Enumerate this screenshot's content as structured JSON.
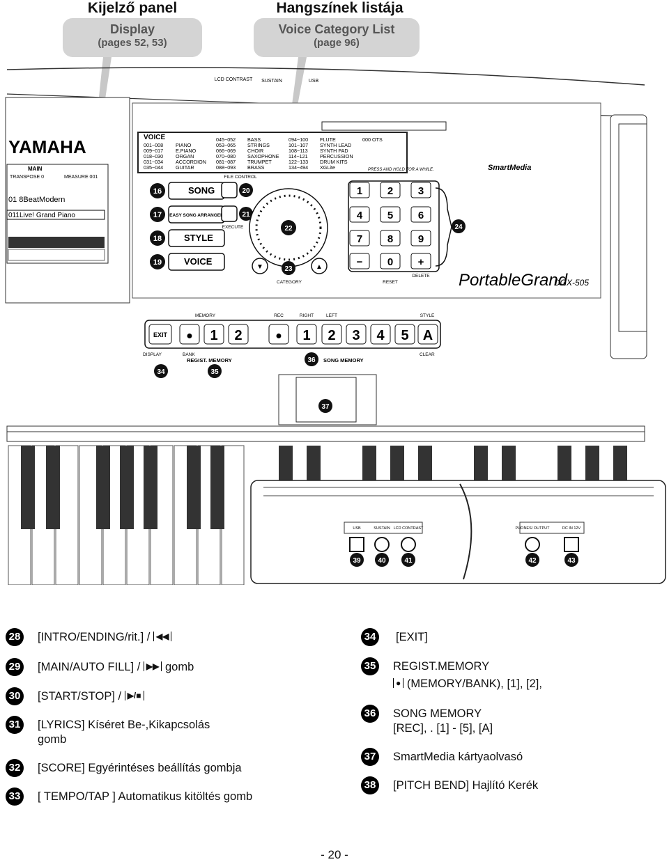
{
  "top_labels": {
    "left_title": "Kijelző panel",
    "right_title": "Hangszínek listája",
    "display_callout_title": "Display",
    "display_callout_sub": "(pages 52, 53)",
    "voice_callout_title": "Voice Category List",
    "voice_callout_sub": "(page 96)"
  },
  "panel": {
    "brand": "YAMAHA",
    "model": "DGX-505",
    "script_logo": "PortableGrand",
    "lcd_main": "MAIN",
    "lcd_transpose": "TRANSPOSE 0",
    "lcd_measure": "MEASURE 001",
    "lcd_style": "01 8BeatModern",
    "lcd_voice": "011Live! Grand Piano",
    "top_jacks": [
      "LCD CONTRAST",
      "SUSTAIN",
      "USB"
    ],
    "voice_header": "VOICE",
    "voice_list": [
      [
        "001~008",
        "PIANO"
      ],
      [
        "009~017",
        "E.PIANO"
      ],
      [
        "018~030",
        "ORGAN"
      ],
      [
        "031~034",
        "ACCORDION"
      ],
      [
        "035~044",
        "GUITAR"
      ],
      [
        "045~052",
        "BASS"
      ],
      [
        "053~065",
        "STRINGS"
      ],
      [
        "066~069",
        "CHOIR"
      ],
      [
        "070~080",
        "SAXOPHONE"
      ],
      [
        "081~087",
        "TRUMPET"
      ],
      [
        "088~093",
        "BRASS"
      ],
      [
        "094~100",
        "FLUTE"
      ],
      [
        "101~107",
        "SYNTH LEAD"
      ],
      [
        "108~113",
        "SYNTH PAD"
      ],
      [
        "114~121",
        "PERCUSSION"
      ],
      [
        "122~133",
        "DRUM KITS"
      ],
      [
        "134~494",
        "XGLite"
      ]
    ],
    "ots": "000 OTS",
    "press_hold": "PRESS AND HOLD FOR A WHILE.",
    "mode_buttons": [
      {
        "num": "16",
        "label": "SONG"
      },
      {
        "num": "17",
        "label": "EASY SONG ARRANGER"
      },
      {
        "num": "18",
        "label": "STYLE"
      },
      {
        "num": "19",
        "label": "VOICE"
      }
    ],
    "file_control": "FILE CONTROL",
    "execute": "EXECUTE",
    "category": "CATEGORY",
    "dial_num": "22",
    "cat_num": "23",
    "fc_nums": [
      "20",
      "21"
    ],
    "keypad": [
      "1",
      "2",
      "3",
      "4",
      "5",
      "6",
      "7",
      "8",
      "9",
      "−",
      "0",
      "+"
    ],
    "keypad_num": "24",
    "reset": "RESET",
    "delete": "DELETE",
    "smartmedia": "SmartMedia",
    "memory_label": "MEMORY",
    "rec_label": "REC",
    "right_label": "RIGHT",
    "left_label": "LEFT",
    "style_label": "STYLE",
    "bottom_buttons": [
      "EXIT",
      "●",
      "1",
      "2",
      "●",
      "1",
      "2",
      "3",
      "4",
      "5",
      "A"
    ],
    "display_label": "DISPLAY",
    "bank_label": "BANK",
    "regist_label": "REGIST. MEMORY",
    "song_mem_label": "SONG MEMORY",
    "clear_label": "CLEAR",
    "bottom_nums": [
      "34",
      "35",
      "36"
    ],
    "slot_num": "37",
    "rear_labels": [
      "USB",
      "SUSTAIN",
      "LCD CONTRAST",
      "PHONES/ OUTPUT",
      "DC IN 12V"
    ],
    "rear_nums": [
      "39",
      "40",
      "41",
      "42",
      "43"
    ]
  },
  "legend_left": [
    {
      "num": "28",
      "text": "[INTRO/ENDING/rit.] /",
      "glyph": "◀◀"
    },
    {
      "num": "29",
      "text": "[MAIN/AUTO FILL] /",
      "glyph": "▶▶",
      "after": "gomb"
    },
    {
      "num": "30",
      "text": "[START/STOP] /",
      "glyph": "▶/■"
    },
    {
      "num": "31",
      "text": "[LYRICS] Kíséret Be-,Kikapcsolás",
      "line2": "gomb"
    },
    {
      "num": "32",
      "text": "[SCORE] Egyérintéses beállítás gombja"
    },
    {
      "num": "33",
      "text": "[ TEMPO/TAP ] Automatikus kitöltés gomb"
    }
  ],
  "legend_right": [
    {
      "num": "34",
      "text": "[EXIT]"
    },
    {
      "num": "35",
      "text": "REGIST.MEMORY",
      "glyph": "●",
      "line2": "(MEMORY/BANK), [1], [2],"
    },
    {
      "num": "36",
      "text": "SONG MEMORY",
      "line2": "[REC], . [1] - [5], [A]"
    },
    {
      "num": "37",
      "text": "SmartMedia kártyaolvasó"
    },
    {
      "num": "38",
      "text": "[PITCH BEND] Hajlító Kerék"
    }
  ],
  "page_number": "- 20 -"
}
